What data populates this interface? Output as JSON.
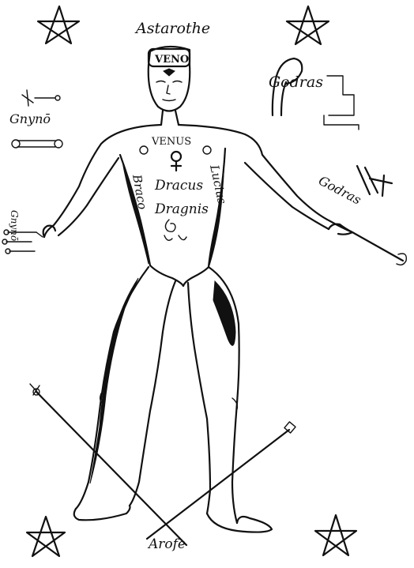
{
  "figure": {
    "head_band_label": "VENO",
    "top_name": "Astarothe",
    "chest_label": "VENUS",
    "belly_line_1": "Dracus",
    "belly_line_2": "Dragnis",
    "left_flank": "Braco",
    "right_flank": "Lucius",
    "bottom_name": "Arofe"
  },
  "seals": {
    "upper_left": "Gnynō",
    "upper_right": "Godras",
    "right_arm": "Godras",
    "left_hand": "Gnynō"
  },
  "icons": [
    "pentagram-icon",
    "venus-symbol-icon",
    "spiral-symbol-icon",
    "staff-icon",
    "sigil-icon"
  ]
}
